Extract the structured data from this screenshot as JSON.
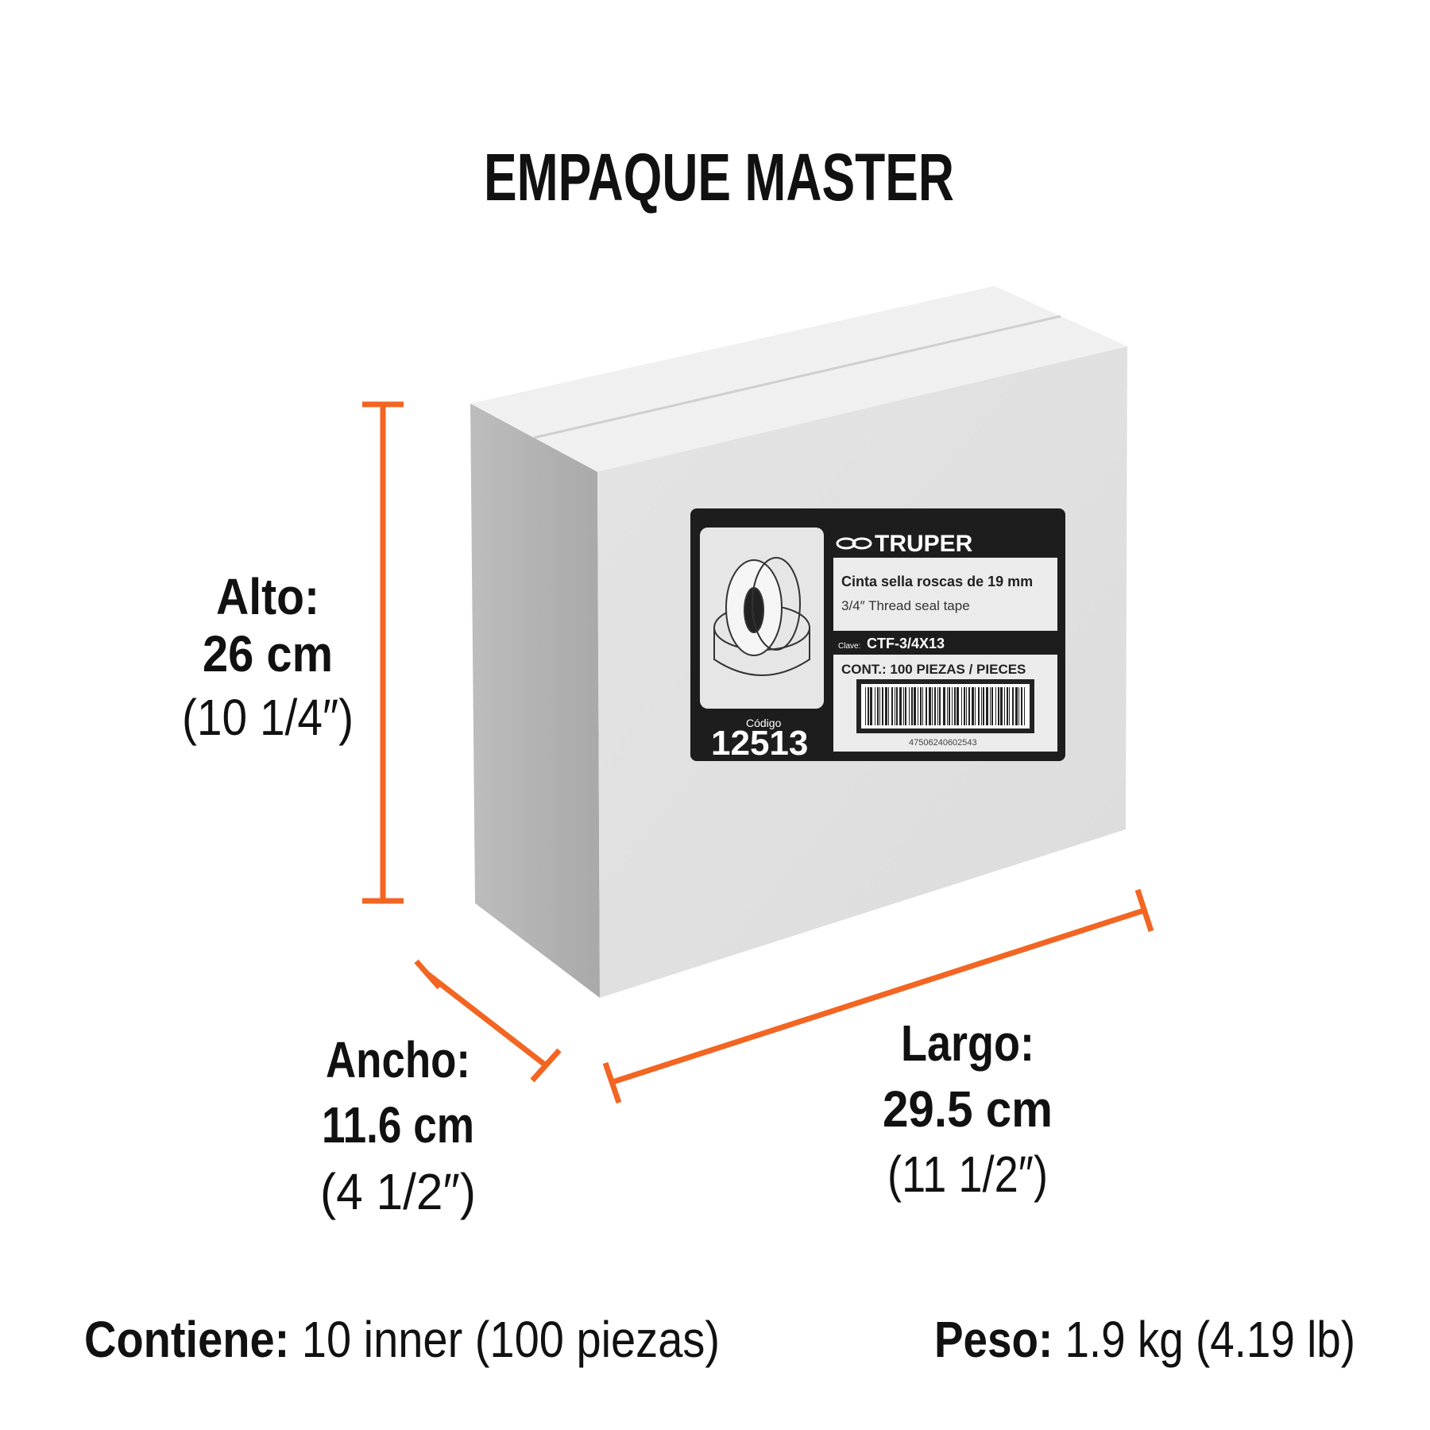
{
  "title": "EMPAQUE MASTER",
  "colors": {
    "accent": "#F26522",
    "text": "#111111",
    "label_bg": "#1d1d1d"
  },
  "dimensions": {
    "alto": {
      "label": "Alto:",
      "cm": "26 cm",
      "inch": "(10 1/4″)"
    },
    "ancho": {
      "label": "Ancho:",
      "cm": "11.6 cm",
      "inch": "(4 1/2″)"
    },
    "largo": {
      "label": "Largo:",
      "cm": "29.5 cm",
      "inch": "(11 1/2″)"
    }
  },
  "footer": {
    "contiene_label": "Contiene:",
    "contiene_value": " 10 inner (100 piezas)",
    "peso_label": "Peso:",
    "peso_value": " 1.9 kg (4.19 lb)"
  },
  "box_label": {
    "brand": "TRUPER",
    "product_es": "Cinta sella roscas de 19 mm",
    "product_en": "3/4″ Thread seal tape",
    "clave_label": "Clave:",
    "clave": "CTF-3/4X13",
    "contents": "CONT.: 100 PIEZAS / PIECES",
    "barcode_number": "47506240602543",
    "codigo_label": "Código",
    "codigo": "12513"
  }
}
